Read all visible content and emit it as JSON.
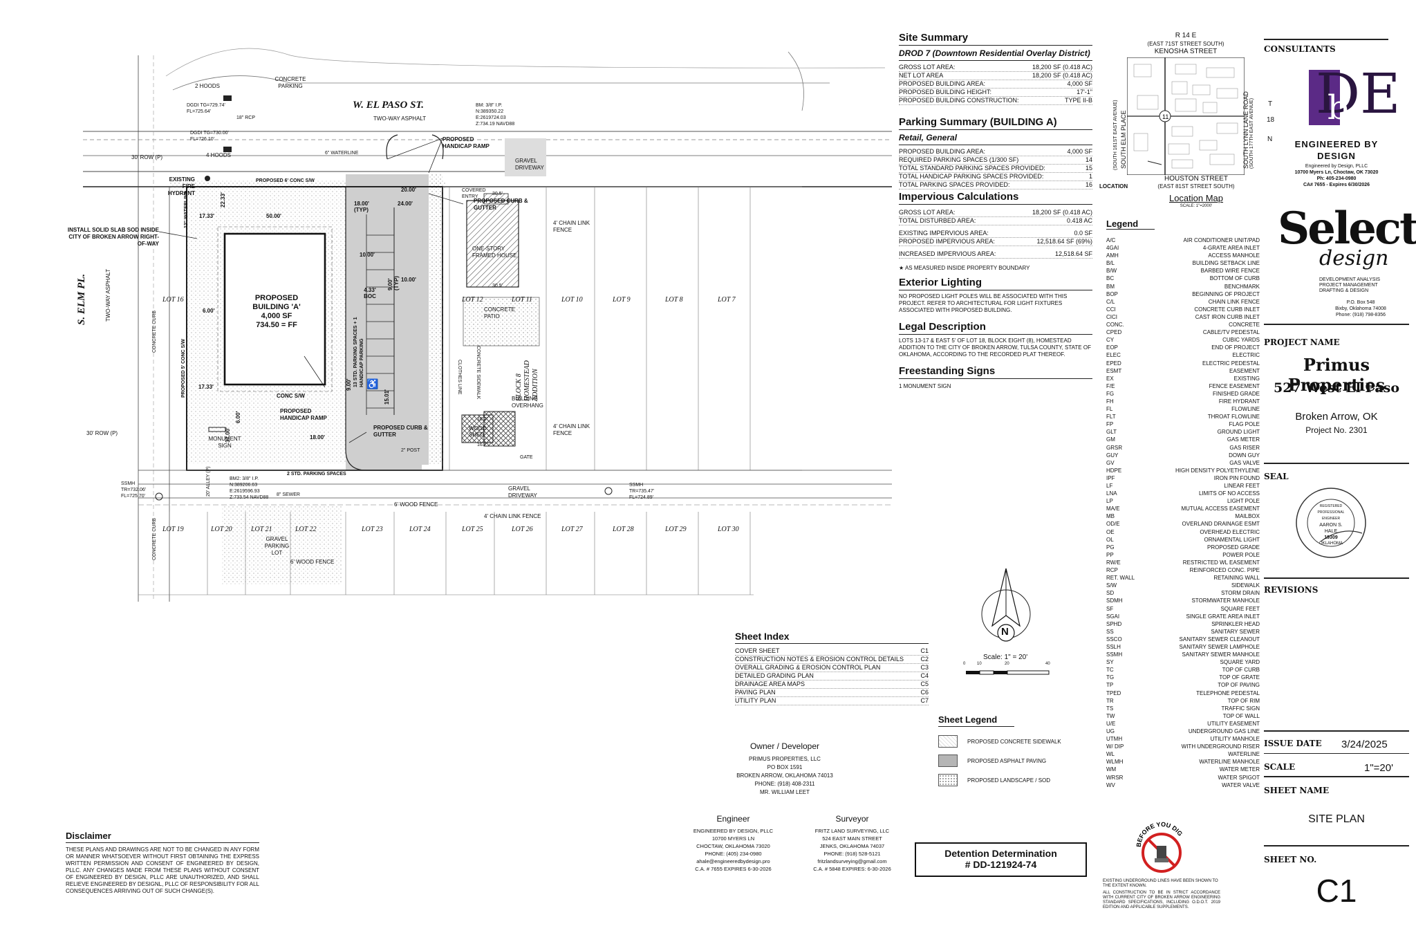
{
  "plan": {
    "street_top": "W. EL PASO ST.",
    "street_top_sub": "TWO-WAY ASPHALT",
    "street_left": "S. ELM PL.",
    "street_left_sub": "TWO-WAY ASPHALT",
    "building_label": [
      "PROPOSED",
      "BUILDING 'A'",
      "4,000 SF",
      "734.50 = FF"
    ],
    "lots_upper": [
      "LOT 16",
      "LOT 12",
      "LOT 11",
      "LOT 10",
      "LOT 9",
      "LOT 8",
      "LOT 7"
    ],
    "lots_lower": [
      "LOT 19",
      "LOT 20",
      "LOT 21",
      "LOT 22",
      "LOT 23",
      "LOT 24",
      "LOT 25",
      "LOT 26",
      "LOT 27",
      "LOT 28",
      "LOT 29",
      "LOT 30"
    ],
    "notes": {
      "install_sod": "INSTALL SOLID SLAB SOD INSIDE CITY OF BROKEN ARROW RIGHT-OF-WAY",
      "handicap_ramp_top": "PROPOSED HANDICAP RAMP",
      "handicap_ramp_bottom": "PROPOSED HANDICAP RAMP",
      "curb_gutter_top": "PROPOSED CURB & GUTTER",
      "curb_gutter_bottom": "PROPOSED CURB & GUTTER",
      "concrete_sw": "PROPOSED 6' CONC S/W",
      "parking_spaces": "13 STD. PARKING SPACES + 1 HANDICAP PARKING",
      "parking_bottom": "2 STD. PARKING SPACES",
      "one_story": "ONE-STORY FRAMED HOUSE",
      "concrete_patio": "CONCRETE PATIO",
      "block": "BLOCK 8 HOMESTEAD ADDITION",
      "wood_shed": "WOOD SHED",
      "building_overhang": "BUILDING OVERHANG",
      "chain_fence_1": "4' CHAIN LINK FENCE",
      "chain_fence_2": "4' CHAIN LINK FENCE",
      "chain_fence_3": "4' CHAIN LINK FENCE",
      "wood_fence_1": "6' WOOD FENCE",
      "wood_fence_2": "6' WOOD FENCE",
      "gravel_driveway_1": "GRAVEL DRIVEWAY",
      "gravel_driveway_2": "GRAVEL DRIVEWAY",
      "gravel_lot": "GRAVEL PARKING LOT",
      "monument": "MONUMENT SIGN",
      "concrete_parking": "CONCRETE PARKING",
      "existing_hydrant": "EXISTING FIRE HYDRANT",
      "row_top": "30' ROW (P)",
      "row_bottom": "30' ROW (P)",
      "hoods2": "2 HOODS",
      "hoods4": "4 HOODS",
      "dgdi1": "DGDI TG=729.74' FL=725.64'",
      "dgdi2": "DGDI TG=730.00' FL=726.10'",
      "rcp": "18\" RCP",
      "bm1": "BM: 3/8\" I.P. N:389350.22 E:2619724.03 Z:734.19 NAVD88",
      "bm2": "BM2: 3/8\" I.P. N:389206.63 E:2619596.93 Z:733.54 NAVD88",
      "ssmh_left": "SSMH TR=732.06' FL=725.70'",
      "ssmh_right": "SSMH TR=735.47' FL=724.89'",
      "sewer": "8\" SEWER",
      "waterline_top": "6\" WATERLINE",
      "waterline_left": "12\" WATERLINE",
      "concrete_curb": "CONCRETE CURB",
      "concrete_curb2": "CONCRETE CURB",
      "alley": "20' ALLEY (P)",
      "gate": "GATE",
      "post": "2\" POST",
      "covered_entry": "COVERED ENTRY",
      "clothes_line": "CLOTHES LINE",
      "concrete_sidewalk": "CONCRETE SIDEWALK",
      "conc_sw": "CONC S/W",
      "proposed_5_sw": "PROPOSED 5' CONC S/W"
    },
    "dims": [
      "50.00'",
      "17.33'",
      "22.33'",
      "6.00'",
      "17.33'",
      "20.00'",
      "18.00' (TYP)",
      "24.00'",
      "10.00'",
      "4.33' BOC",
      "9.00' (TYP)",
      "10.00'",
      "30.5'",
      "30.5'",
      "9.00'",
      "15.01'",
      "37.00'",
      "18.00'",
      "6.00'",
      "18.2'",
      "16.2'"
    ]
  },
  "site_summary": {
    "title": "Site Summary",
    "subtitle": "DROD 7 (Downtown Residential Overlay District)",
    "rows": [
      [
        "GROSS LOT AREA:",
        "18,200 SF (0.418 AC)"
      ],
      [
        "NET LOT AREA",
        "18,200 SF (0.418 AC)"
      ],
      [
        "PROPOSED BUILDING AREA:",
        "4,000 SF"
      ],
      [
        "PROPOSED BUILDING HEIGHT:",
        "17'-1\""
      ],
      [
        "PROPOSED BUILDING CONSTRUCTION:",
        "TYPE II-B"
      ]
    ]
  },
  "parking_summary": {
    "title": "Parking Summary (BUILDING A)",
    "subtitle": "Retail, General",
    "rows": [
      [
        "PROPOSED BUILDING AREA:",
        "4,000 SF"
      ],
      [
        "REQUIRED PARKING SPACES (1/300 SF)",
        "14"
      ],
      [
        "TOTAL STANDARD PARKING SPACES PROVIDED:",
        "15"
      ],
      [
        "TOTAL HANDICAP PARKING SPACES PROVIDED:",
        "1"
      ],
      [
        "TOTAL PARKING SPACES PROVIDED:",
        "16"
      ]
    ]
  },
  "impervious": {
    "title": "Impervious Calculations",
    "rows": [
      [
        "GROSS LOT AREA:",
        "18,200 SF (0.418 AC)"
      ],
      [
        "TOTAL DISTURBED AREA:",
        "0.418 AC"
      ],
      [
        "EXISTING IMPERVIOUS AREA:",
        "0.0 SF"
      ],
      [
        "PROPOSED IMPERVIOUS AREA:",
        "12,518.64 SF (69%)"
      ],
      [
        "INCREASED IMPERVIOUS AREA:",
        "12,518.64 SF"
      ]
    ],
    "note": "AS MEASURED INSIDE PROPERTY BOUNDARY"
  },
  "exterior_lighting": {
    "title": "Exterior Lighting",
    "text": "NO PROPOSED LIGHT POLES WILL BE ASSOCIATED WITH THIS PROJECT. REFER TO ARCHITECTURAL FOR LIGHT FIXTURES ASSOCIATED WITH PROPOSED BUILDING."
  },
  "legal_description": {
    "title": "Legal Description",
    "text": "LOTS 13-17 & EAST 5' OF LOT 18, BLOCK EIGHT (8), HOMESTEAD ADDITION TO THE CITY OF BROKEN ARROW, TULSA COUNTY, STATE OF OKLAHOMA, ACCORDING TO THE RECORDED PLAT THEREOF."
  },
  "freestanding_signs": {
    "title": "Freestanding Signs",
    "text": "1 MONUMENT SIGN"
  },
  "location_map": {
    "header": "R    14    E",
    "top_street": "(EAST 71ST STREET SOUTH)",
    "kenosha": "KENOSHA STREET",
    "houston": "HOUSTON STREET",
    "bottom_street": "(EAST 81ST STREET SOUTH)",
    "elm": "SOUTH ELM PLACE",
    "elm_sub": "(SOUTH 161ST EAST AVENUE)",
    "lynn": "SOUTH LYNN LANE ROAD",
    "lynn_sub": "(SOUTH 177TH EAST AVENUE)",
    "t": "T",
    "n18": "18",
    "n": "N",
    "location": "LOCATION",
    "title": "Location Map",
    "scale": "SCALE: 1\"=2000'",
    "route": "11"
  },
  "legend": {
    "title": "Legend",
    "items": [
      [
        "A/C",
        "AIR CONDITIONER UNIT/PAD"
      ],
      [
        "4GAI",
        "4-GRATE AREA INLET"
      ],
      [
        "AMH",
        "ACCESS MANHOLE"
      ],
      [
        "B/L",
        "BUILDING SETBACK LINE"
      ],
      [
        "B/W",
        "BARBED WIRE FENCE"
      ],
      [
        "BC",
        "BOTTOM OF CURB"
      ],
      [
        "BM",
        "BENCHMARK"
      ],
      [
        "BOP",
        "BEGINNING OF PROJECT"
      ],
      [
        "C/L",
        "CHAIN LINK FENCE"
      ],
      [
        "CCI",
        "CONCRETE CURB INLET"
      ],
      [
        "CICI",
        "CAST IRON CURB INLET"
      ],
      [
        "CONC.",
        "CONCRETE"
      ],
      [
        "CPED",
        "CABLE/TV PEDESTAL"
      ],
      [
        "CY",
        "CUBIC YARDS"
      ],
      [
        "EOP",
        "END OF PROJECT"
      ],
      [
        "ELEC",
        "ELECTRIC"
      ],
      [
        "EPED",
        "ELECTRIC PEDESTAL"
      ],
      [
        "ESMT",
        "EASEMENT"
      ],
      [
        "EX",
        "EXISTING"
      ],
      [
        "F/E",
        "FENCE EASEMENT"
      ],
      [
        "FG",
        "FINISHED GRADE"
      ],
      [
        "FH",
        "FIRE HYDRANT"
      ],
      [
        "FL",
        "FLOWLINE"
      ],
      [
        "FLT",
        "THROAT FLOWLINE"
      ],
      [
        "FP",
        "FLAG POLE"
      ],
      [
        "GLT",
        "GROUND LIGHT"
      ],
      [
        "GM",
        "GAS METER"
      ],
      [
        "GRSR",
        "GAS RISER"
      ],
      [
        "GUY",
        "DOWN GUY"
      ],
      [
        "GV",
        "GAS VALVE"
      ],
      [
        "HDPE",
        "HIGH DENSITY POLYETHYLENE"
      ],
      [
        "IPF",
        "IRON PIN FOUND"
      ],
      [
        "LF",
        "LINEAR FEET"
      ],
      [
        "LNA",
        "LIMITS OF NO ACCESS"
      ],
      [
        "LP",
        "LIGHT POLE"
      ],
      [
        "MA/E",
        "MUTUAL ACCESS EASEMENT"
      ],
      [
        "MB",
        "MAILBOX"
      ],
      [
        "OD/E",
        "OVERLAND DRAINAGE ESMT"
      ],
      [
        "OE",
        "OVERHEAD ELECTRIC"
      ],
      [
        "OL",
        "ORNAMENTAL LIGHT"
      ],
      [
        "PG",
        "PROPOSED GRADE"
      ],
      [
        "PP",
        "POWER POLE"
      ],
      [
        "RW/E",
        "RESTRICTED WL EASEMENT"
      ],
      [
        "RCP",
        "REINFORCED CONC. PIPE"
      ],
      [
        "RET. WALL",
        "RETAINING WALL"
      ],
      [
        "S/W",
        "SIDEWALK"
      ],
      [
        "SD",
        "STORM DRAIN"
      ],
      [
        "SDMH",
        "STORMWATER MANHOLE"
      ],
      [
        "SF",
        "SQUARE FEET"
      ],
      [
        "SGAI",
        "SINGLE GRATE AREA INLET"
      ],
      [
        "SPHD",
        "SPRINKLER HEAD"
      ],
      [
        "SS",
        "SANITARY SEWER"
      ],
      [
        "SSCO",
        "SANITARY SEWER CLEANOUT"
      ],
      [
        "SSLH",
        "SANITARY SEWER LAMPHOLE"
      ],
      [
        "SSMH",
        "SANITARY SEWER MANHOLE"
      ],
      [
        "SY",
        "SQUARE YARD"
      ],
      [
        "TC",
        "TOP OF CURB"
      ],
      [
        "TG",
        "TOP OF GRATE"
      ],
      [
        "TP",
        "TOP OF PAVING"
      ],
      [
        "TPED",
        "TELEPHONE PEDESTAL"
      ],
      [
        "TR",
        "TOP OF RIM"
      ],
      [
        "TS",
        "TRAFFIC SIGN"
      ],
      [
        "TW",
        "TOP OF WALL"
      ],
      [
        "U/E",
        "UTILITY EASEMENT"
      ],
      [
        "UG",
        "UNDERGROUND GAS LINE"
      ],
      [
        "UTMH",
        "UTILITY MANHOLE"
      ],
      [
        "W/ DIP",
        "WITH UNDERGROUND RISER"
      ],
      [
        "WL",
        "WATERLINE"
      ],
      [
        "WLMH",
        "WATERLINE MANHOLE"
      ],
      [
        "WM",
        "WATER METER"
      ],
      [
        "WRSR",
        "WATER SPIGOT"
      ],
      [
        "WV",
        "WATER VALVE"
      ]
    ]
  },
  "sheet_index": {
    "title": "Sheet Index",
    "rows": [
      [
        "COVER SHEET",
        "C1"
      ],
      [
        "CONSTRUCTION NOTES & EROSION CONTROL DETAILS",
        "C2"
      ],
      [
        "OVERALL GRADING & EROSION CONTROL PLAN",
        "C3"
      ],
      [
        "DETAILED GRADING PLAN",
        "C4"
      ],
      [
        "DRAINAGE AREA MAPS",
        "C5"
      ],
      [
        "PAVING PLAN",
        "C6"
      ],
      [
        "UTILITY PLAN",
        "C7"
      ]
    ]
  },
  "north_arrow": {
    "n": "N",
    "scale": "Scale: 1\" = 20'",
    "ticks": [
      "0",
      "10",
      "20",
      "40"
    ]
  },
  "sheet_legend": {
    "title": "Sheet Legend",
    "items": [
      "PROPOSED CONCRETE SIDEWALK",
      "PROPOSED ASPHALT PAVING",
      "PROPOSED LANDSCAPE / SOD"
    ]
  },
  "owner": {
    "title": "Owner / Developer",
    "lines": [
      "PRIMUS PROPERTIES, LLC",
      "PO BOX 1591",
      "BROKEN ARROW, OKLAHOMA 74013",
      "PHONE: (918) 408-2311",
      "MR. WILLIAM LEET"
    ]
  },
  "engineer": {
    "title": "Engineer",
    "lines": [
      "ENGINEERED BY DESIGN, PLLC",
      "10700 MYERS LN",
      "CHOCTAW, OKLAHOMA 73020",
      "PHONE: (405) 234-0980",
      "ahale@engineeredbydesign.pro",
      "C.A. # 7655  EXPIRES 6-30-2026"
    ]
  },
  "surveyor": {
    "title": "Surveyor",
    "lines": [
      "FRITZ LAND SURVEYING, LLC",
      "524 EAST MAIN STREET",
      "JENKS, OKLAHOMA 74037",
      "PHONE: (918) 528-5121",
      "fritzlandsurveying@gmail.com",
      "C.A. # 5848  EXPIRES: 6-30-2026"
    ]
  },
  "detention": {
    "line1": "Detention Determination",
    "line2": "# DD-121924-74"
  },
  "disclaimer": {
    "title": "Disclaimer",
    "text": "THESE PLANS AND DRAWINGS ARE NOT TO BE CHANGED IN ANY FORM OR MANNER WHATSOEVER WITHOUT FIRST OBTAINING THE EXPRESS WRITTEN PERMISSION AND CONSENT OF ENGINEERED BY DESIGN, PLLC. ANY CHANGES MADE FROM THESE PLANS WITHOUT CONSENT OF ENGINEERED BY DESIGN, PLLC ARE UNAUTHORIZED, AND SHALL RELIEVE ENGINEERED BY DESIGNL, PLLC OF RESPONSIBILITY FOR ALL CONSEQUENCES ARRIVING OUT OF SUCH CHANGE(S)."
  },
  "before_you_dig": {
    "arc": "BEFORE YOU DIG",
    "note1": "EXISTING UNDERGROUND LINES HAVE BEEN SHOWN TO THE EXTENT KNOWN.",
    "note2": "ALL CONSTRUCTION TO BE IN STRICT ACCORDANCE WITH CURRENT CITY OF BROKEN ARROW ENGINEERING STANDARD SPECIFICATIONS, INCLUDING O.D.O.T. 2019 EDITION AND APPLICABLE SUPPLEMENTS."
  },
  "title_block": {
    "consultants": "CONSULTANTS",
    "ebd_name1": "ENGINEERED BY",
    "ebd_name2": "DESIGN",
    "ebd_addr": [
      "Engineered by Design, PLLC",
      "10700 Myers Ln, Choctaw, OK 73020",
      "Ph: 405-234-0980",
      "CA# 7655 - Expires 6/30/2026"
    ],
    "ebd_letters": "DE",
    "ebd_b": "b",
    "select_big": "Select",
    "select_small": "design",
    "select_services": [
      "DEVELOPMENT ANALYSIS",
      "PROJECT MANAGEMENT",
      "DRAFTING & DESIGN"
    ],
    "select_addr": [
      "P.O. Box 548",
      "Bixby, Oklahoma 74008",
      "Phone: (918) 798-8356"
    ],
    "project_name_label": "PROJECT NAME",
    "project_name": "Primus Properties",
    "project_address": "527 West El Paso",
    "project_city": "Broken Arrow, OK",
    "project_no": "Project No. 2301",
    "seal_label": "SEAL",
    "seal_text": [
      "REGISTERED PROFESSIONAL ENGINEER",
      "AARON S. HALE",
      "19309",
      "OKLAHOMA"
    ],
    "revisions_label": "REVISIONS",
    "issue_date_label": "ISSUE DATE",
    "issue_date": "3/24/2025",
    "scale_label": "SCALE",
    "scale": "1\"=20'",
    "sheet_name_label": "SHEET NAME",
    "sheet_name": "SITE PLAN",
    "sheet_no_label": "SHEET NO.",
    "sheet_no": "C1"
  },
  "colors": {
    "purple": "#5b2a86",
    "dark": "#222222",
    "asphalt": "#c9c9c9",
    "red": "#d22020"
  }
}
